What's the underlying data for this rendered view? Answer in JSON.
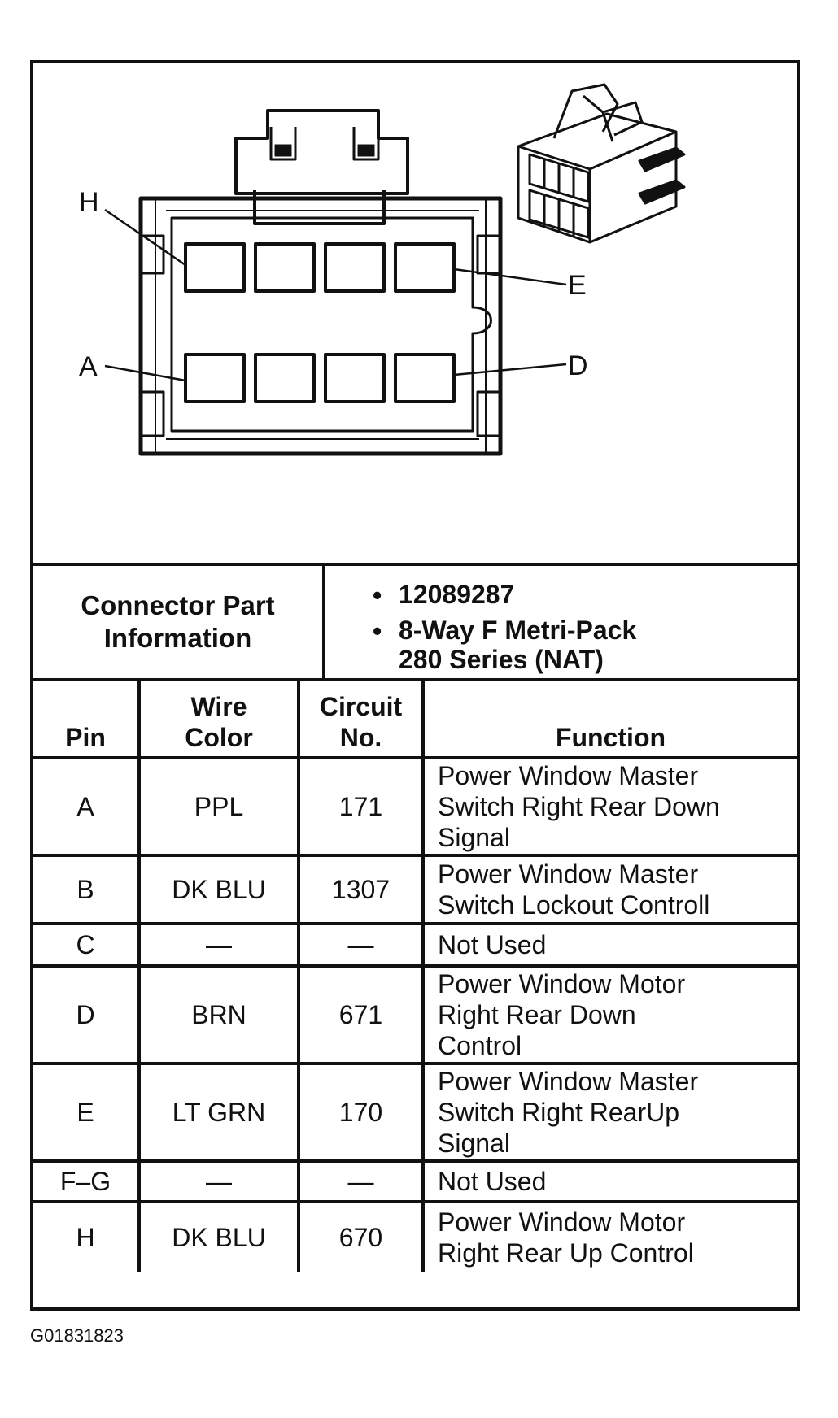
{
  "pin_labels": {
    "h": "H",
    "e": "E",
    "a": "A",
    "d": "D"
  },
  "part_info": {
    "label_line1": "Connector Part",
    "label_line2": "Information",
    "bullet": "•",
    "part_number": "12089287",
    "description_line1": "8-Way F Metri-Pack",
    "description_line2": "280 Series (NAT)"
  },
  "table": {
    "headers": {
      "pin": "Pin",
      "wire_color_line1": "Wire",
      "wire_color_line2": "Color",
      "circuit_line1": "Circuit",
      "circuit_line2": "No.",
      "function": "Function"
    },
    "rows": [
      {
        "pin": "A",
        "wire": "PPL",
        "circuit": "171",
        "function": [
          "Power Window Master",
          "Switch Right Rear Down",
          "Signal"
        ]
      },
      {
        "pin": "B",
        "wire": "DK BLU",
        "circuit": "1307",
        "function": [
          "Power Window Master",
          "Switch Lockout Controll"
        ]
      },
      {
        "pin": "C",
        "wire": "—",
        "circuit": "—",
        "function": [
          "Not Used"
        ]
      },
      {
        "pin": "D",
        "wire": "BRN",
        "circuit": "671",
        "function": [
          "Power Window Motor",
          "Right Rear Down",
          "Control"
        ]
      },
      {
        "pin": "E",
        "wire": "LT GRN",
        "circuit": "170",
        "function": [
          "Power Window Master",
          "Switch Right RearUp",
          "Signal"
        ]
      },
      {
        "pin": "F–G",
        "wire": "—",
        "circuit": "—",
        "function": [
          "Not Used"
        ]
      },
      {
        "pin": "H",
        "wire": "DK BLU",
        "circuit": "670",
        "function": [
          "Power Window Motor",
          "Right Rear Up Control"
        ]
      }
    ]
  },
  "figure_code": "G01831823"
}
